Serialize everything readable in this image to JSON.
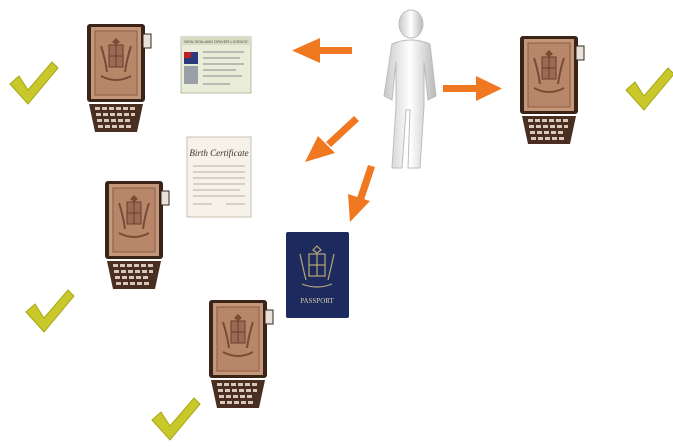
{
  "colors": {
    "arrow": "#f07820",
    "check": "#c8c82a",
    "device_body": "#b8876a",
    "device_dark": "#3a2418",
    "passport_bg": "#1c2a5e"
  },
  "documents": {
    "licence": {
      "title": "NEW ZEALAND DRIVER LICENCE",
      "icon": "drivers-licence"
    },
    "birth_certificate": {
      "title": "Birth Certificate",
      "icon": "birth-certificate"
    },
    "passport": {
      "title": "PASSPORT",
      "icon": "passport"
    }
  },
  "agencies": [
    {
      "id": "agency-1",
      "verified": true
    },
    {
      "id": "agency-2",
      "verified": true
    },
    {
      "id": "agency-3",
      "verified": true
    },
    {
      "id": "agency-4",
      "verified": true
    }
  ],
  "person": {
    "icon": "person-figure"
  }
}
